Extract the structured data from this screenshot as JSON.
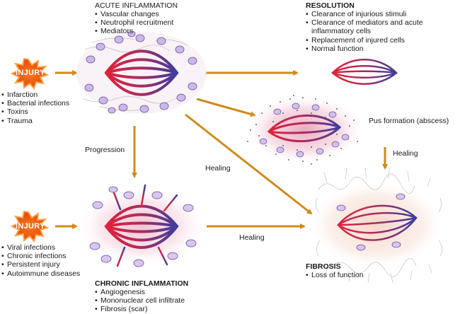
{
  "acute": {
    "title": "ACUTE INFLAMMATION",
    "items": [
      "Vascular changes",
      "Neutrophil recruitment",
      "Mediators"
    ]
  },
  "resolution": {
    "title": "RESOLUTION",
    "items": [
      "Clearance of injurious stimuli",
      "Clearance of mediators and acute",
      "inflammatory cells",
      "Replacement of injured cells",
      "Normal function"
    ]
  },
  "injury_top": {
    "label": "INJURY",
    "causes": [
      "Infarction",
      "Bacterial infections",
      "Toxins",
      "Trauma"
    ]
  },
  "injury_bottom": {
    "label": "INJURY",
    "causes": [
      "Viral infections",
      "Chronic infections",
      "Persistent injury",
      "Autoimmune diseases"
    ]
  },
  "abscess": {
    "label": "Pus formation (abscess)"
  },
  "edges": {
    "progression": "Progression",
    "healing_abscess": "Healing",
    "healing_diagonal": "Healing",
    "healing_chronic": "Healing"
  },
  "chronic": {
    "title": "CHRONIC INFLAMMATION",
    "items": [
      "Angiogenesis",
      "Mononuclear cell infiltrate",
      "Fibrosis (scar)"
    ]
  },
  "fibrosis": {
    "title": "FIBROSIS",
    "items": [
      "Loss of function"
    ]
  },
  "colors": {
    "arrow": "#d08a1c",
    "injury": "#e85a10",
    "artery": "#d9263a",
    "vein": "#3a3ea0",
    "cell": "#c9b6e6"
  }
}
